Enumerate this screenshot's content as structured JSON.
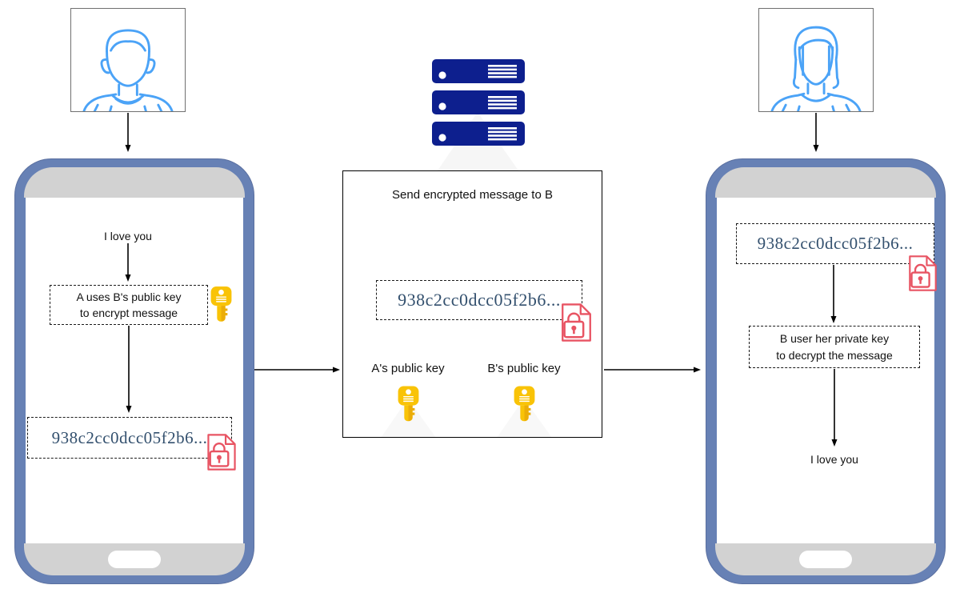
{
  "sender_panel": {
    "plain_message": "I love you",
    "encrypt_note_line1": "A uses B's public key",
    "encrypt_note_line2": "to encrypt message",
    "cipher_text": "938c2cc0dcc05f2b6..."
  },
  "server_panel": {
    "title": "Send encrypted message to B",
    "cipher_text": "938c2cc0dcc05f2b6...",
    "key_a_label": "A's public key",
    "key_b_label": "B's public key"
  },
  "receiver_panel": {
    "cipher_text": "938c2cc0dcc05f2b6...",
    "decrypt_note_line1": "B user her private key",
    "decrypt_note_line2": "to decrypt the message",
    "plain_message": "I love you"
  },
  "icons": {
    "sender_avatar": "male-user-icon",
    "receiver_avatar": "female-user-icon",
    "server": "server-stack-icon",
    "public_key": "gold-key-icon",
    "encrypted_file": "encrypted-file-lock-icon"
  },
  "colors": {
    "phone_frame": "#6781B5",
    "phone_bezel": "#D2D2D2",
    "server_blue": "#0D1F8E",
    "key_gold": "#F9C307",
    "lock_red": "#E85463",
    "cipher_text_blue": "#33506E",
    "avatar_outline_blue": "#4BA3F7"
  }
}
